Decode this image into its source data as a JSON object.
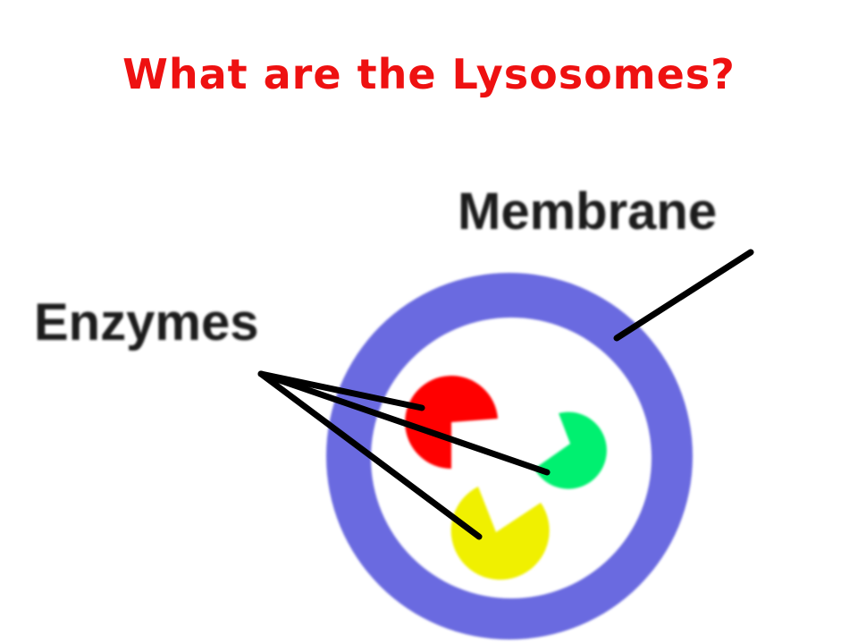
{
  "slide": {
    "title": "What are the Lysosomes?",
    "title_color": "#ee1111"
  },
  "diagram": {
    "labels": {
      "membrane": "Membrane",
      "enzymes": "Enzymes"
    },
    "colors": {
      "membrane": "#6b6be0",
      "interior": "#ffffff",
      "enzyme_red": "#ff0000",
      "enzyme_green": "#00f070",
      "enzyme_yellow": "#f0f000",
      "pointer_lines": "#000000"
    }
  }
}
